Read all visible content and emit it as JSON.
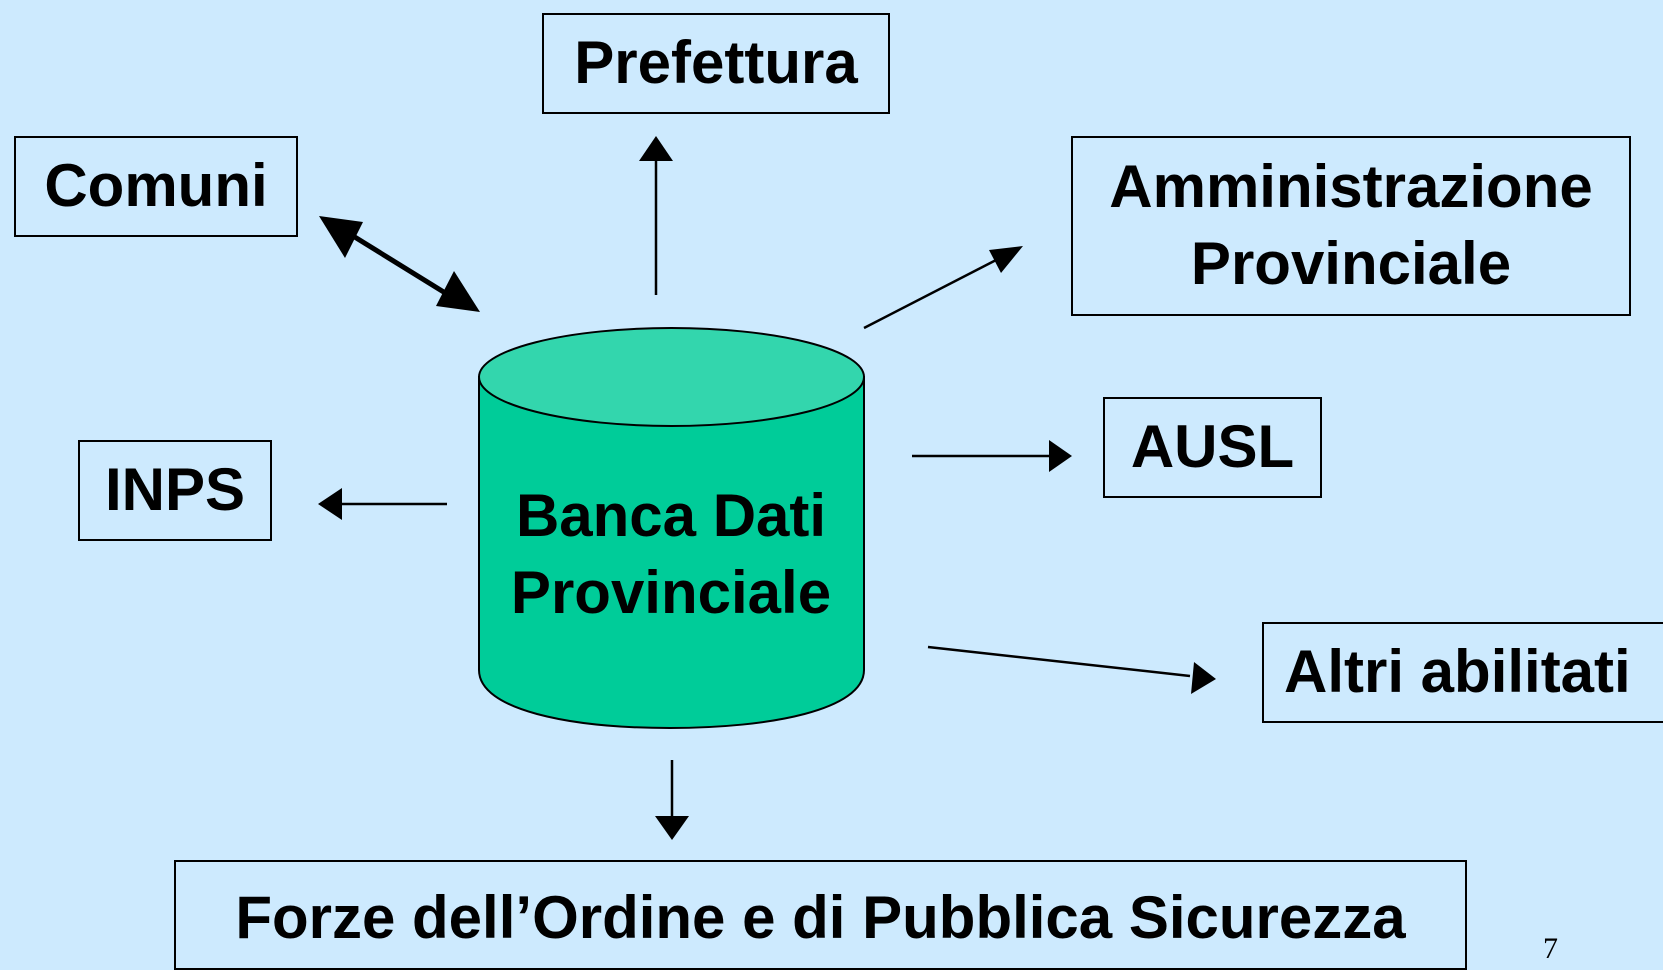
{
  "nodes": {
    "prefettura": "Prefettura",
    "comuni": "Comuni",
    "amministrazione_line1": "Amministrazione",
    "amministrazione_line2": "Provinciale",
    "ausl": "AUSL",
    "inps": "INPS",
    "altri": "Altri abilitati",
    "forze": "Forze dell’Ordine e di Pubblica Sicurezza"
  },
  "database": {
    "line1": "Banca Dati",
    "line2": "Provinciale"
  },
  "page_number": "7",
  "colors": {
    "background": "#cdeafe",
    "cylinder_body": "#00cc99",
    "cylinder_top": "#33d6ad",
    "stroke": "#000000"
  }
}
